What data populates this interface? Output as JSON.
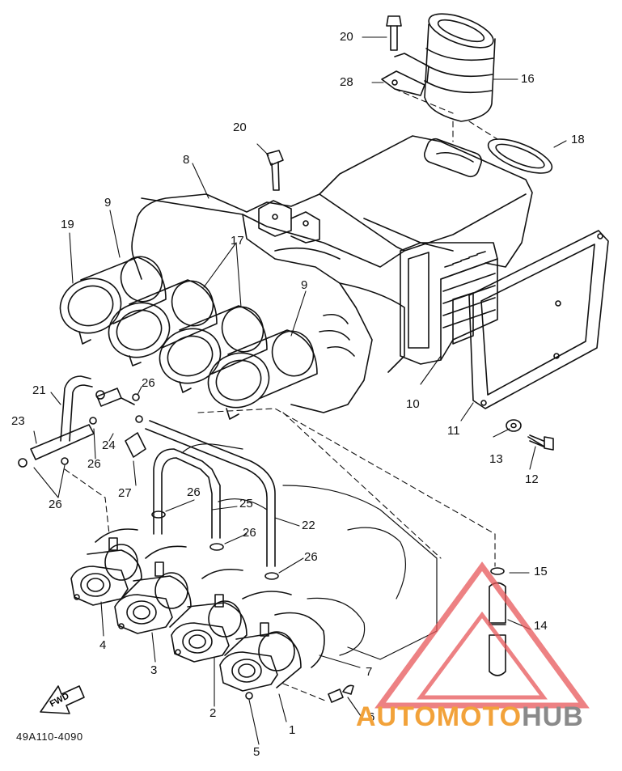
{
  "diagram": {
    "code": "49A110-4090",
    "fwd_label": "FWD",
    "part_numbers": {
      "p1": "1",
      "p2": "2",
      "p3": "3",
      "p4": "4",
      "p5": "5",
      "p6": "6",
      "p7": "7",
      "p8": "8",
      "p9a": "9",
      "p9b": "9",
      "p10": "10",
      "p11": "11",
      "p12": "12",
      "p13": "13",
      "p14": "14",
      "p15": "15",
      "p16": "16",
      "p17": "17",
      "p18": "18",
      "p19": "19",
      "p20a": "20",
      "p20b": "20",
      "p21": "21",
      "p22": "22",
      "p23": "23",
      "p24": "24",
      "p25": "25",
      "p26a": "26",
      "p26b": "26",
      "p26c": "26",
      "p26d": "26",
      "p26e": "26",
      "p26f": "26",
      "p27": "27",
      "p28": "28"
    }
  },
  "watermark": {
    "brand_part_1": "AUTOMOTO",
    "brand_part_2": "HUB",
    "accent_color": "#f2a23a",
    "secondary_color": "#8a8a8a",
    "triangle_color": "#e8585a"
  }
}
